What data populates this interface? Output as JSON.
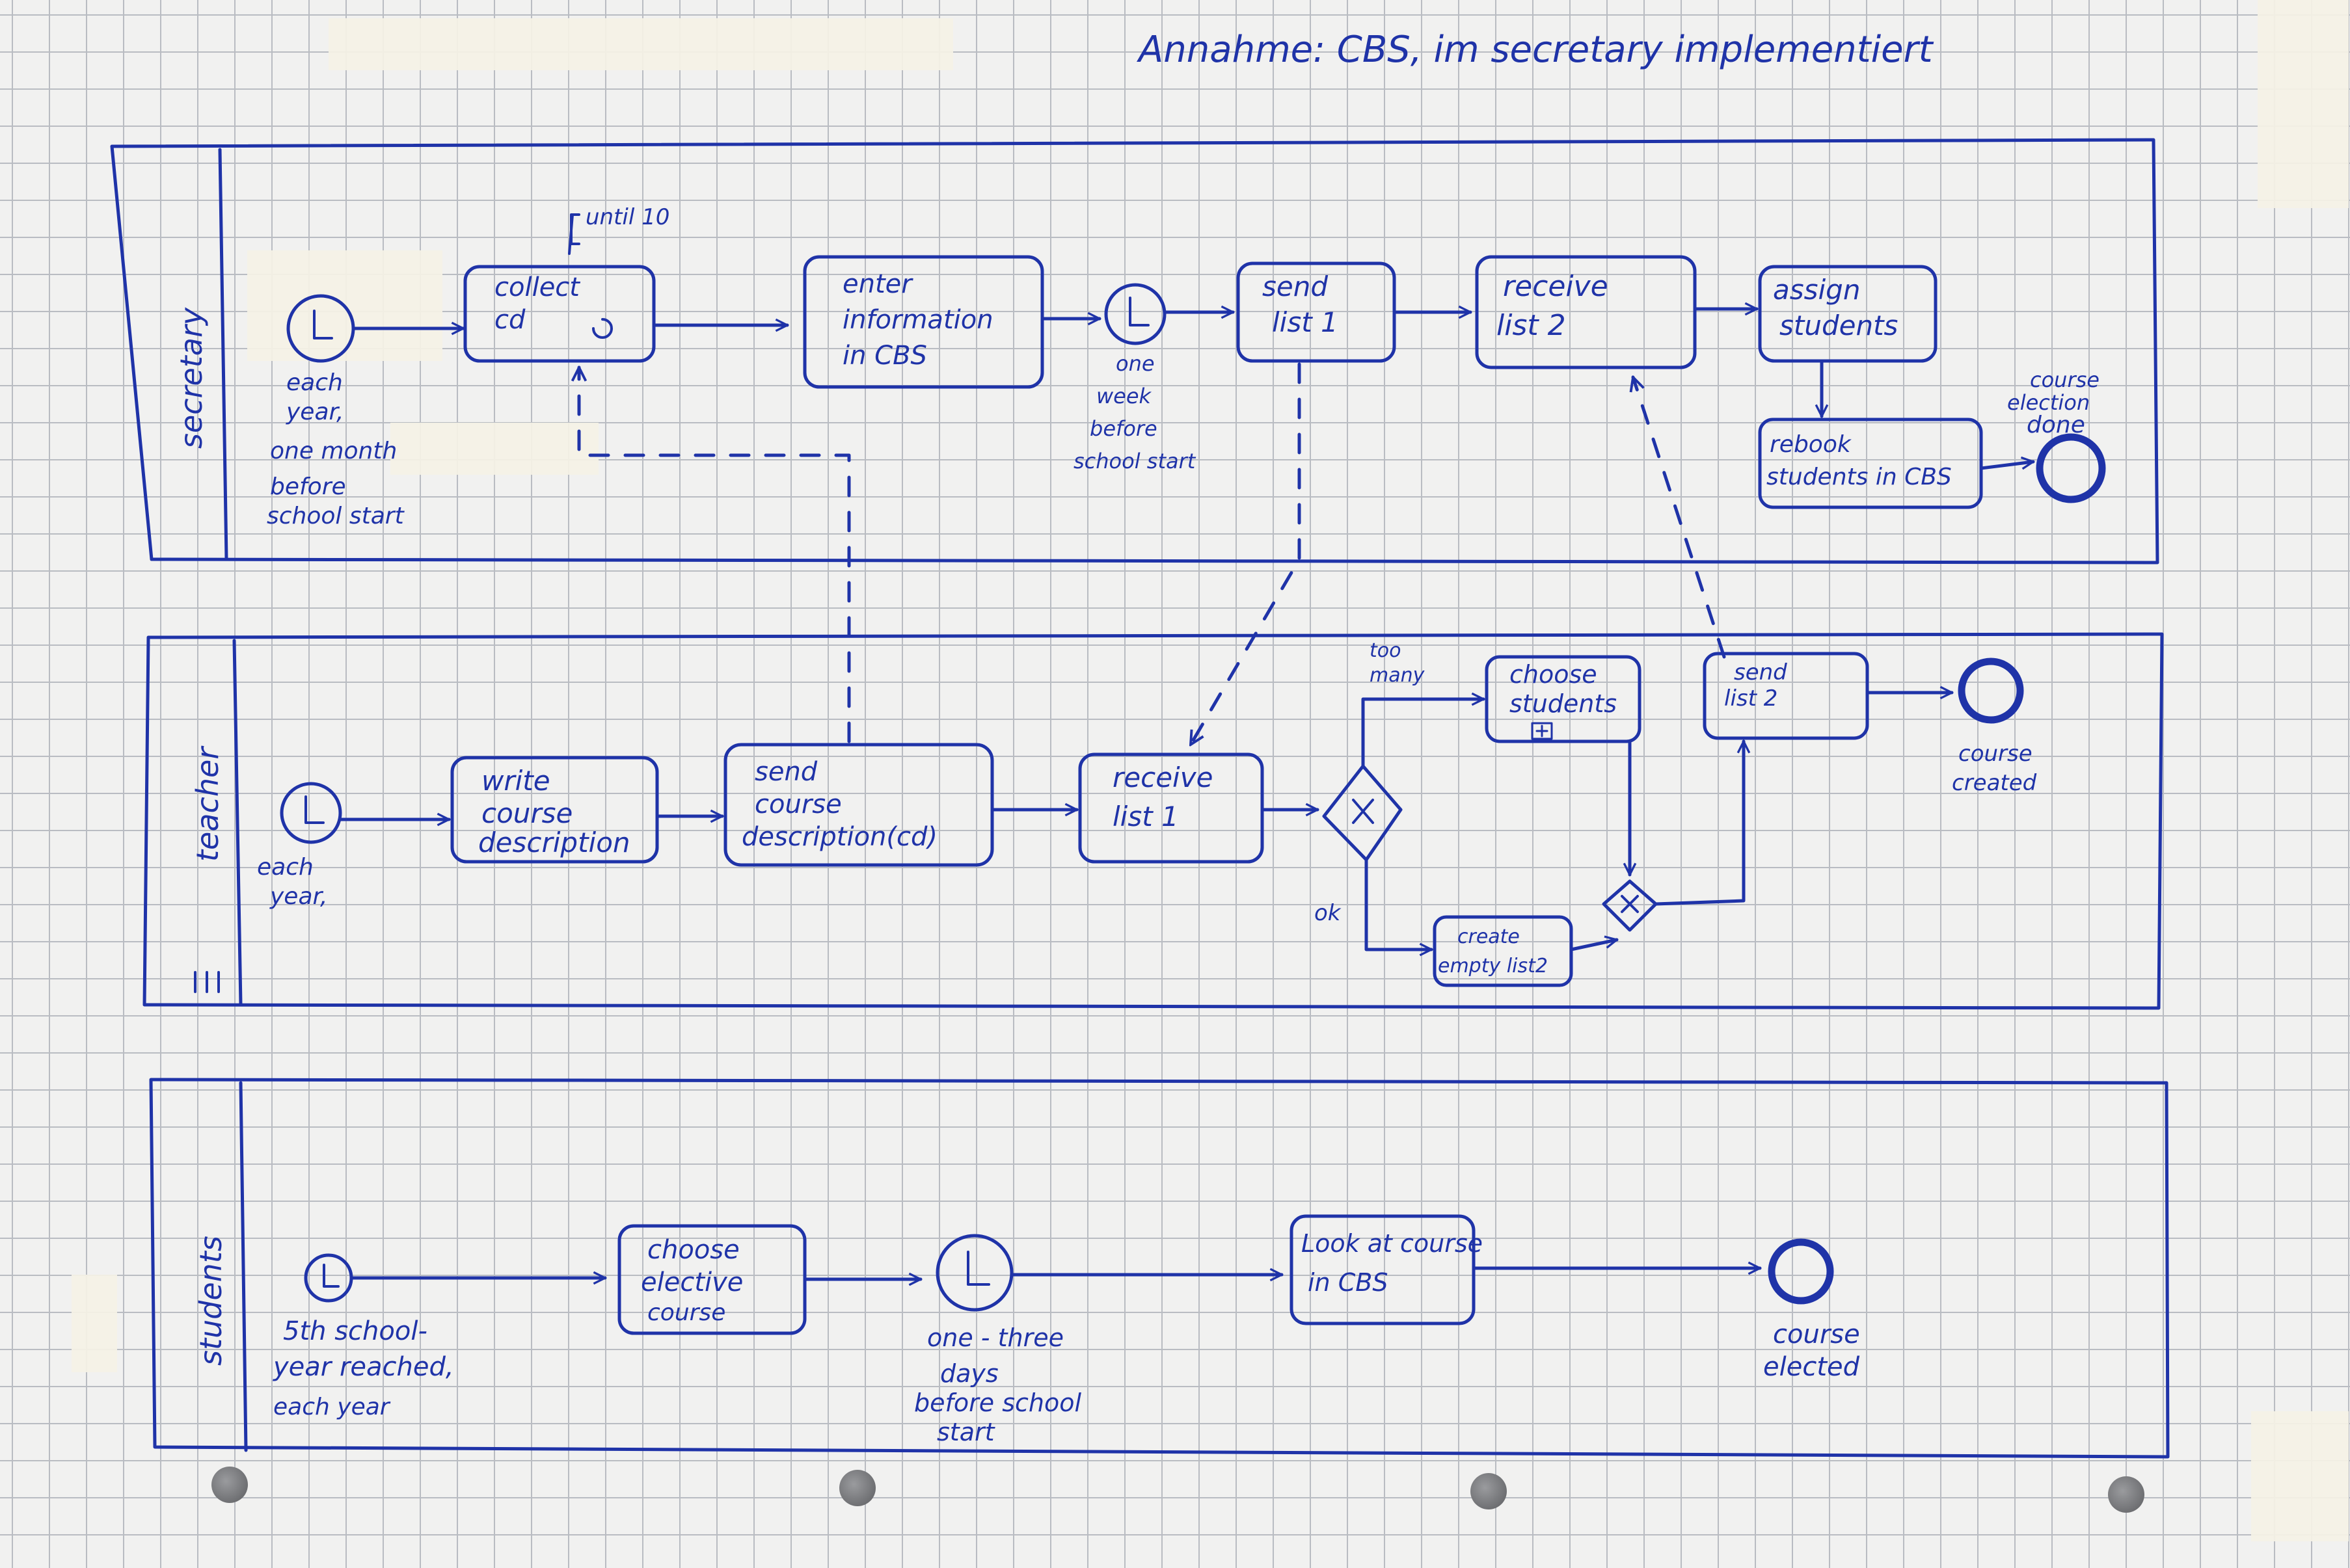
{
  "header": {
    "note": "Annahme: CBS, im secretary implementiert"
  },
  "lanes": {
    "secretary": "secretary",
    "teacher": "teacher",
    "students": "students"
  },
  "secretary": {
    "start_label": [
      "each",
      "year,",
      "one month",
      "before",
      "school start"
    ],
    "annotation": "until 10",
    "collect": [
      "collect",
      "cd"
    ],
    "enter": [
      "enter",
      "information",
      "in CBS"
    ],
    "timer_label": [
      "one",
      "week",
      "before",
      "school start"
    ],
    "send_list1": [
      "send",
      "list 1"
    ],
    "receive_list2": [
      "receive",
      "list 2"
    ],
    "assign": [
      "assign",
      "students"
    ],
    "rebook": [
      "rebook",
      "students in CBS"
    ],
    "end_label": [
      "course",
      "election",
      "done"
    ]
  },
  "teacher": {
    "start_label": [
      "each",
      "year,"
    ],
    "write": [
      "write",
      "course",
      "description"
    ],
    "send_desc": [
      "send",
      "course",
      "description(cd)"
    ],
    "receive_list1": [
      "receive",
      "list 1"
    ],
    "too_many": [
      "too",
      "many"
    ],
    "ok": "ok",
    "choose_students": [
      "choose",
      "students"
    ],
    "create_empty": [
      "create",
      "empty list2"
    ],
    "send_list2": [
      "send",
      "list 2"
    ],
    "end_label": [
      "course",
      "created"
    ]
  },
  "students": {
    "start_label": [
      "5th school-",
      "year reached,",
      "each year"
    ],
    "choose_course": [
      "choose",
      "elective",
      "course"
    ],
    "timer_label": [
      "one - three",
      "days",
      "before school",
      "start"
    ],
    "look": [
      "Look at course",
      "in CBS"
    ],
    "end_label": [
      "course",
      "elected"
    ]
  }
}
